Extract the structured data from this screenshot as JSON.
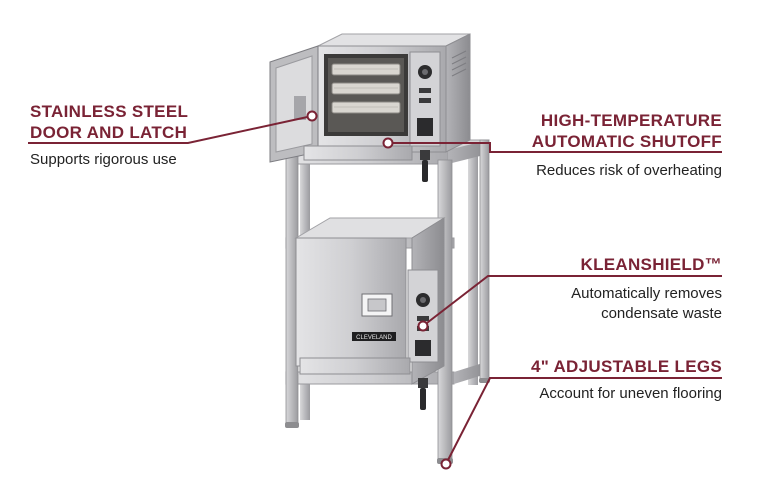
{
  "callouts": {
    "door": {
      "title_line1": "STAINLESS STEEL",
      "title_line2": "DOOR AND LATCH",
      "desc": "Supports rigorous use"
    },
    "shutoff": {
      "title_line1": "HIGH-TEMPERATURE",
      "title_line2": "AUTOMATIC SHUTOFF",
      "desc": "Reduces risk of overheating"
    },
    "kleanshield": {
      "title": "KLEANSHIELD™",
      "desc_line1": "Automatically removes",
      "desc_line2": "condensate waste"
    },
    "legs": {
      "title": "4\" ADJUSTABLE LEGS",
      "desc": "Account for uneven flooring"
    }
  },
  "brand_badge": "CLEVELAND",
  "colors": {
    "accent": "#7a2335",
    "steel": "#c9c9cb",
    "steel_dark": "#8d8d90",
    "text": "#222222"
  }
}
